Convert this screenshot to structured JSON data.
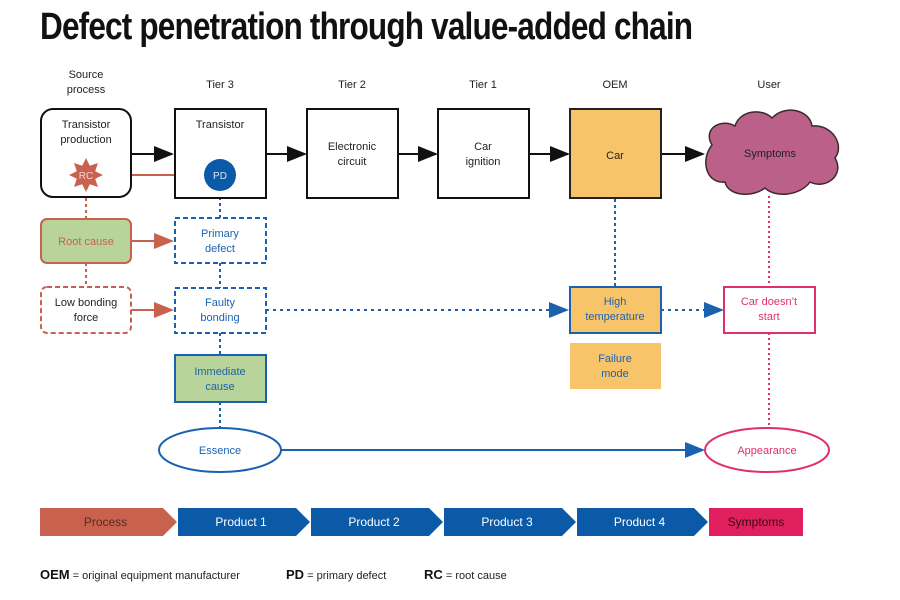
{
  "title": "Defect penetration through value-added chain",
  "columns": [
    {
      "id": "source",
      "label_lines": [
        "Source",
        "process"
      ]
    },
    {
      "id": "tier3",
      "label_lines": [
        "Tier 3"
      ]
    },
    {
      "id": "tier2",
      "label_lines": [
        "Tier 2"
      ]
    },
    {
      "id": "tier1",
      "label_lines": [
        "Tier 1"
      ]
    },
    {
      "id": "oem",
      "label_lines": [
        "OEM"
      ]
    },
    {
      "id": "user",
      "label_lines": [
        "User"
      ]
    }
  ],
  "top_row": {
    "source": [
      "Transistor",
      "production"
    ],
    "tier3": [
      "Transistor"
    ],
    "tier2": [
      "Electronic",
      "circuit"
    ],
    "tier1": [
      "Car",
      "ignition"
    ],
    "oem": [
      "Car"
    ],
    "user": [
      "Symptoms"
    ]
  },
  "badges": {
    "rc": "RC",
    "pd": "PD"
  },
  "nodes": {
    "root_cause": [
      "Root cause"
    ],
    "primary_defect": [
      "Primary",
      "defect"
    ],
    "low_bonding_force": [
      "Low bonding",
      "force"
    ],
    "faulty_bonding": [
      "Faulty",
      "bonding"
    ],
    "immediate_cause": [
      "Immediate",
      "cause"
    ],
    "high_temperature": [
      "High",
      "temperature"
    ],
    "failure_mode": [
      "Failure",
      "mode"
    ],
    "car_doesnt_start": [
      "Car doesn’t",
      "start"
    ],
    "essence": [
      "Essence"
    ],
    "appearance": [
      "Appearance"
    ]
  },
  "chain_bar": [
    {
      "label": "Process",
      "color": "#c8624f",
      "text_color": "#5a2a20"
    },
    {
      "label": "Product 1",
      "color": "#0a5aa8",
      "text_color": "#ffffff"
    },
    {
      "label": "Product 2",
      "color": "#0a5aa8",
      "text_color": "#ffffff"
    },
    {
      "label": "Product 3",
      "color": "#0a5aa8",
      "text_color": "#ffffff"
    },
    {
      "label": "Product 4",
      "color": "#0a5aa8",
      "text_color": "#ffffff"
    },
    {
      "label": "Symptoms",
      "color": "#e0205e",
      "text_color": "#3a0a1a"
    }
  ],
  "legend": [
    {
      "abbr": "OEM",
      "text": " = original equipment manufacturer"
    },
    {
      "abbr": "PD",
      "text": " = primary defect"
    },
    {
      "abbr": "RC",
      "text": " = root cause"
    }
  ],
  "colors": {
    "blue": "#1a62b0",
    "red": "#c8624f",
    "green": "#b8d49a",
    "orange": "#f8c46a",
    "pink": "#e0306a",
    "cloud": "#bb6088",
    "black": "#111111"
  }
}
